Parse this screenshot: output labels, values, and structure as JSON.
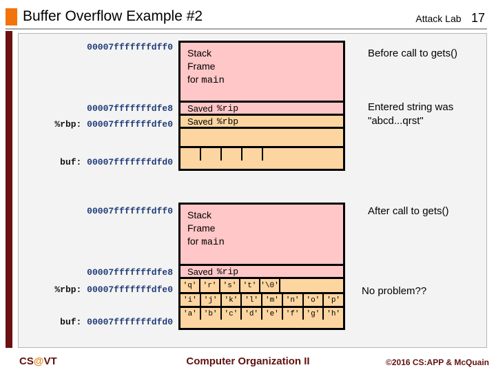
{
  "header": {
    "title": "Buffer Overflow Example #2",
    "course_label": "Attack Lab",
    "page_number": "17"
  },
  "before": {
    "caption": "Before call to gets()",
    "note_line1": "Entered string was",
    "note_line2": "\"abcd...qrst\"",
    "addr_frame_top": "00007fffffffdff0",
    "addr_saved_rip": "00007fffffffdfe8",
    "rbp_prefix": "%rbp:",
    "addr_saved_rbp": "00007fffffffdfe0",
    "buf_prefix": "buf:",
    "addr_buf": "00007fffffffdfd0",
    "frame_line1": "Stack",
    "frame_line2": "Frame",
    "frame_line3_text": "for",
    "frame_line3_code": "main",
    "saved_rip_text": "Saved",
    "saved_rip_reg": "%rip",
    "saved_rbp_text": "Saved",
    "saved_rbp_reg": "%rbp"
  },
  "after": {
    "caption": "After call to gets()",
    "note": "No problem??",
    "addr_frame_top": "00007fffffffdff0",
    "addr_saved_rip": "00007fffffffdfe8",
    "rbp_prefix": "%rbp:",
    "addr_saved_rbp": "00007fffffffdfe0",
    "buf_prefix": "buf:",
    "addr_buf": "00007fffffffdfd0",
    "frame_line1": "Stack",
    "frame_line2": "Frame",
    "frame_line3_text": "for",
    "frame_line3_code": "main",
    "saved_rip_text": "Saved",
    "saved_rip_reg": "%rip",
    "row_top_cells": [
      "'q'",
      "'r'",
      "'s'",
      "'t'",
      "'\\0'"
    ],
    "row_mid_cells": [
      "'i'",
      "'j'",
      "'k'",
      "'l'",
      "'m'",
      "'n'",
      "'o'",
      "'p'"
    ],
    "row_buf_cells": [
      "'a'",
      "'b'",
      "'c'",
      "'d'",
      "'e'",
      "'f'",
      "'g'",
      "'h'"
    ]
  },
  "footer": {
    "brand_cs": "CS",
    "brand_at": "@",
    "brand_vt": "VT",
    "center": "Computer Organization II",
    "copyright": "©2016 CS:APP & McQuain"
  },
  "colors": {
    "accent_orange": "#f2720c",
    "maroon": "#6a1111",
    "address_blue": "#1e3c78",
    "pink": "#ffc7c7",
    "tan": "#fcd5a0"
  }
}
